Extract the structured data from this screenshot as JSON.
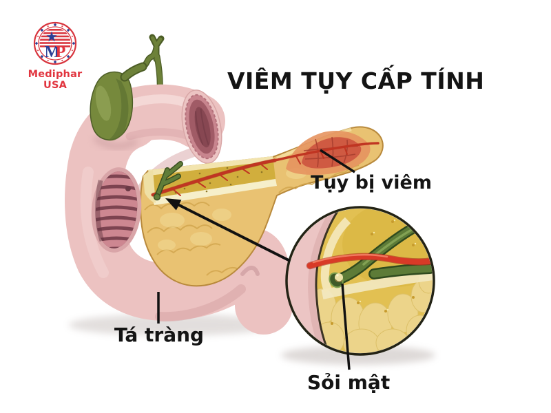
{
  "title": "VIÊM TỤY CẤP TÍNH",
  "logo": {
    "brand": "Mediphar USA",
    "monogram_left": "M",
    "monogram_right": "P"
  },
  "labels": {
    "inflamed_pancreas": "Tụy bị viêm",
    "duodenum": "Tá tràng",
    "gallstone": "Sỏi mật"
  },
  "palette": {
    "bg": "#ffffff",
    "ink": "#141414",
    "brand-red": "#e1353f",
    "brand-blue": "#2b3f96",
    "duodenum": "#ecc2c1",
    "duo-inner": "#7c4350",
    "pancreas": "#e9c272",
    "panc-cut": "#d1ae3d",
    "cream": "#f6efca",
    "inflamed": "#cf5a42",
    "vessel": "#c03522",
    "duct": "#5f7d39",
    "gb": "#76893c",
    "inset-bg": "#e2c052",
    "stone": "#ece1a8"
  }
}
